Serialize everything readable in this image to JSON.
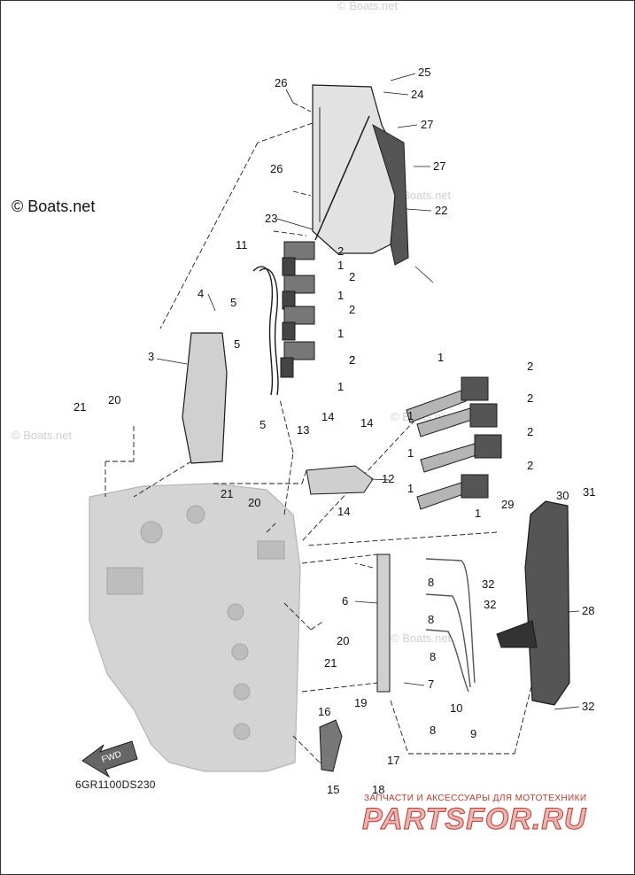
{
  "copyright": "© Boats.net",
  "watermark": "© Boats.net",
  "diagram_code": "6GR1100DS230",
  "fwd_label": "FWD",
  "brand": {
    "subtitle": "ЗАПЧАСТИ И АКСЕССУАРЫ ДЛЯ МОТОТЕХНИКИ",
    "name": "PARTSFOR.RU"
  },
  "callouts": [
    "26",
    "25",
    "24",
    "27",
    "27",
    "26",
    "22",
    "23",
    "2",
    "11",
    "2",
    "1",
    "2",
    "1",
    "2",
    "1",
    "2",
    "1",
    "4",
    "5",
    "5",
    "3",
    "5",
    "1",
    "2",
    "2",
    "2",
    "2",
    "1",
    "1",
    "1",
    "1",
    "21",
    "20",
    "13",
    "14",
    "14",
    "12",
    "14",
    "21",
    "20",
    "29",
    "30",
    "31",
    "6",
    "8",
    "32",
    "8",
    "32",
    "28",
    "20",
    "21",
    "8",
    "7",
    "10",
    "9",
    "8",
    "16",
    "19",
    "17",
    "15",
    "18",
    "32"
  ],
  "colors": {
    "line": "#1a1a1a",
    "engine": "#c8c8c8",
    "brand_red": "#c0392b"
  }
}
